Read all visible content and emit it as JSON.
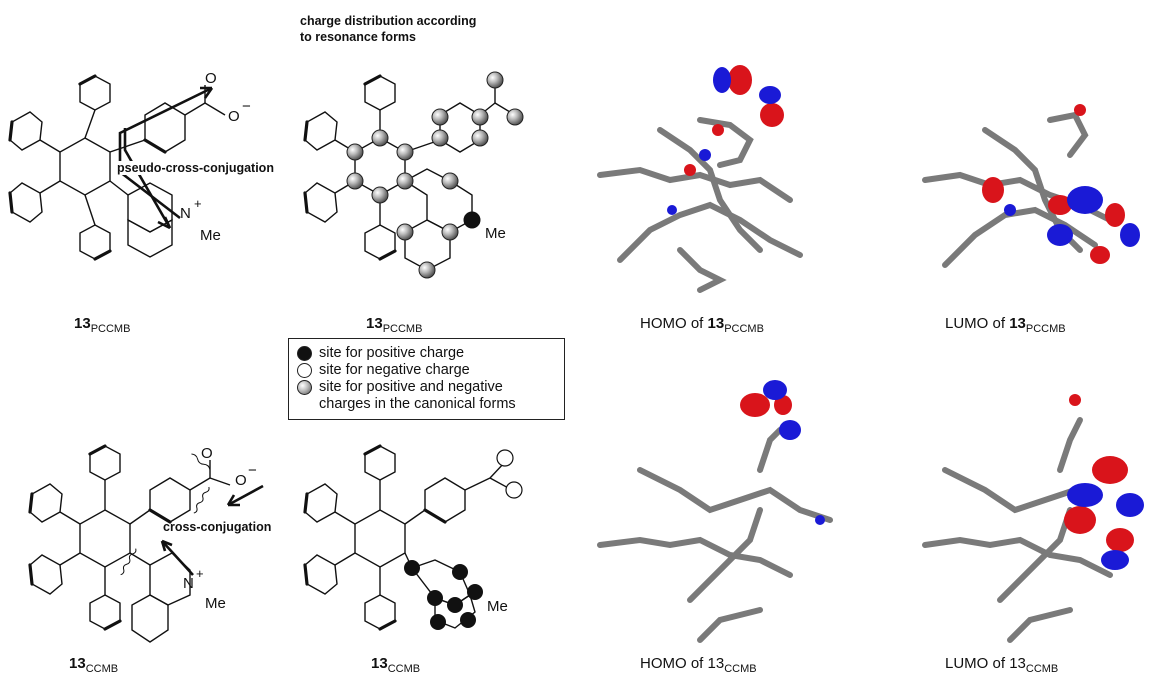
{
  "header": {
    "line1": "charge distribution according",
    "line2": "to resonance forms"
  },
  "annotations": {
    "pseudo": "pseudo-cross-conjugation",
    "cross": "cross-conjugation",
    "o_top": "O",
    "o_minus_top": "O",
    "o_bot": "O",
    "o_minus_bot": "O",
    "minus": "−",
    "plus": "+",
    "n": "N",
    "me": "Me"
  },
  "labels": {
    "compound_num": "13",
    "pccmb": "PCCMB",
    "ccmb": "CCMB",
    "homo_prefix": "HOMO of ",
    "lumo_prefix": "LUMO of "
  },
  "legend": {
    "positive": "site for positive charge",
    "negative": "site for negative charge",
    "both_line1": "site for positive and negative",
    "both_line2": "charges in the canonical forms"
  },
  "colors": {
    "positive_lobe": "#d9141b",
    "negative_lobe": "#1a1ad6",
    "carbon": "#808080",
    "hydrogen": "#f0f0f0",
    "nitrogen": "#2a3fd0",
    "oxygen": "#d01010"
  }
}
